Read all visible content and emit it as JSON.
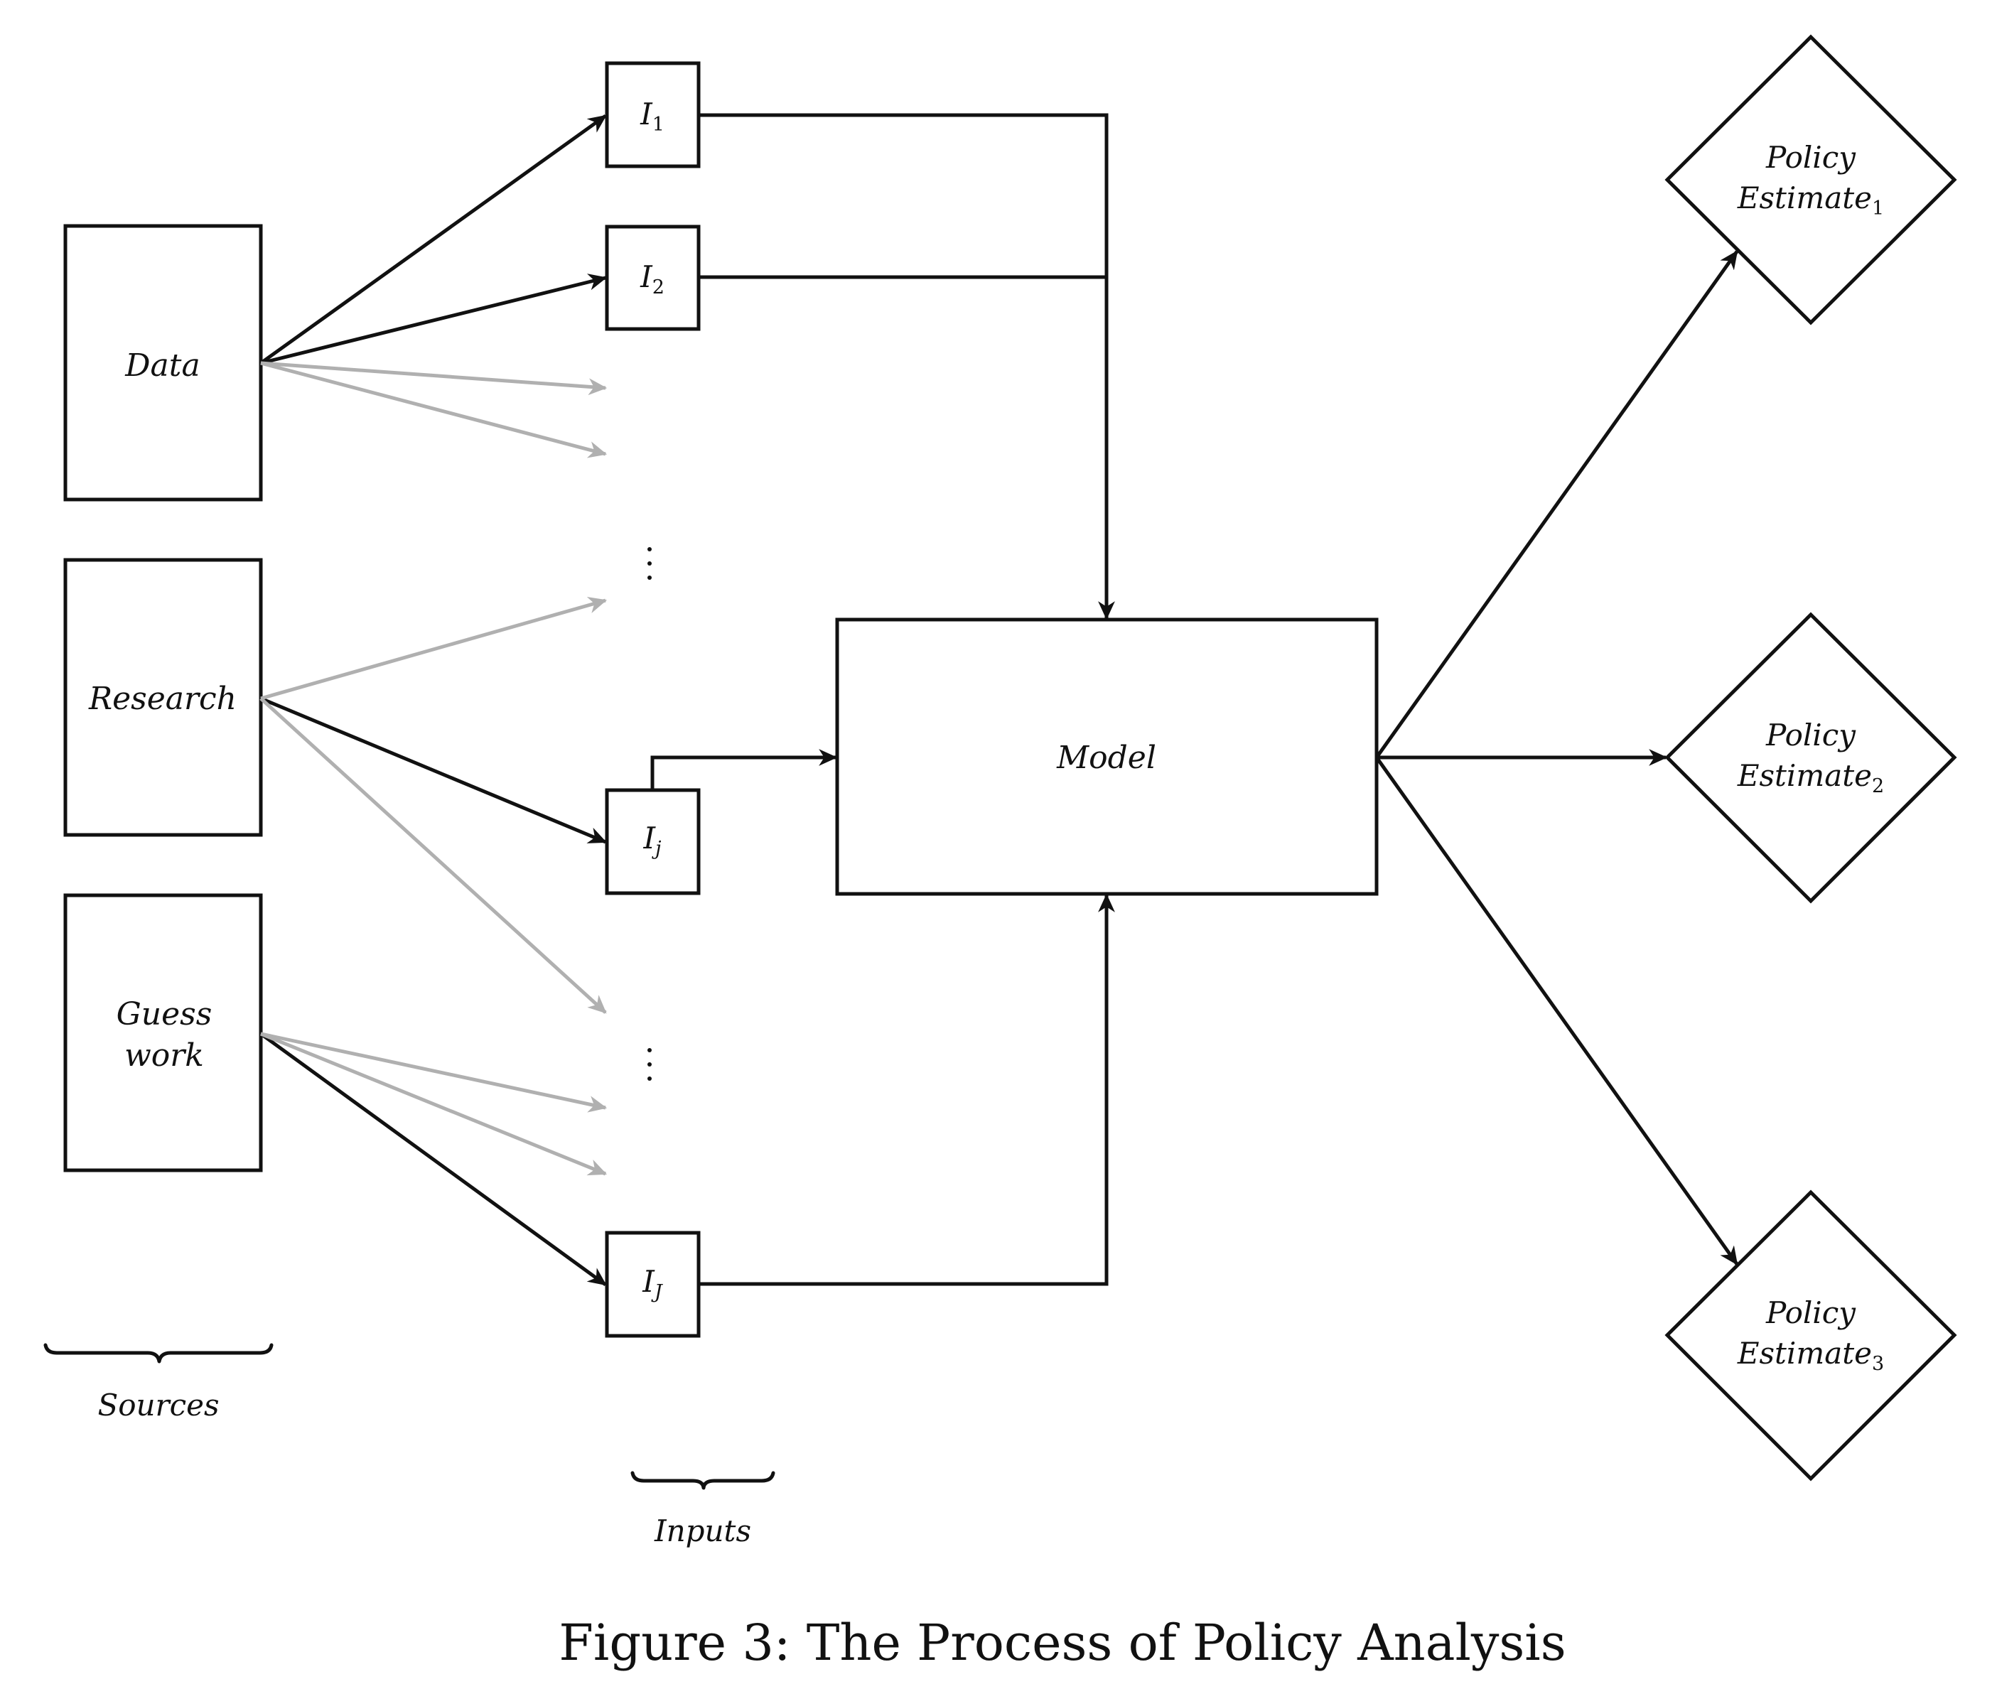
{
  "sources": {
    "data": "Data",
    "research": "Research",
    "guesswork_line1": "Guess",
    "guesswork_line2": "work"
  },
  "inputs": {
    "i1": {
      "base": "I",
      "sub": "1"
    },
    "i2": {
      "base": "I",
      "sub": "2"
    },
    "ij": {
      "base": "I",
      "sub": "j"
    },
    "iJ": {
      "base": "I",
      "sub": "J"
    }
  },
  "model": "Model",
  "outputs": {
    "e1": {
      "line1": "Policy",
      "line2": "Estimate",
      "sub": "1"
    },
    "e2": {
      "line1": "Policy",
      "line2": "Estimate",
      "sub": "2"
    },
    "e3": {
      "line1": "Policy",
      "line2": "Estimate",
      "sub": "3"
    }
  },
  "braces": {
    "sources_label": "Sources",
    "inputs_label": "Inputs"
  },
  "caption": "Figure 3: The Process of Policy Analysis",
  "colors": {
    "ink": "#111111",
    "muted_arrow": "#b0b0b0"
  }
}
